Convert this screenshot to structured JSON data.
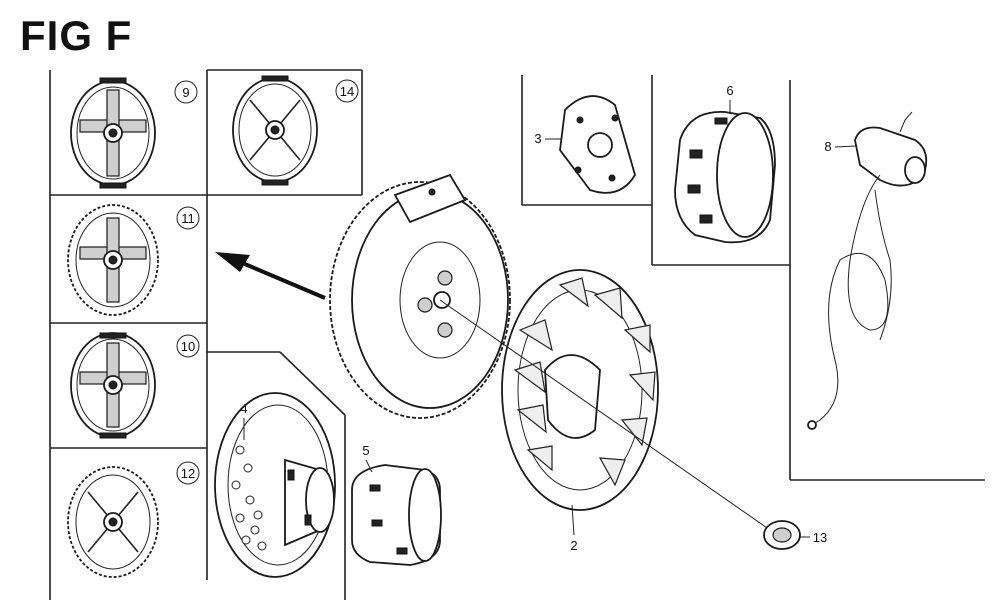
{
  "figure": {
    "title": "FIG F"
  },
  "callouts": {
    "c2": "2",
    "c3": "3",
    "c4": "4",
    "c5": "5",
    "c6": "6",
    "c8": "8",
    "c9": "9",
    "c10": "10",
    "c11": "11",
    "c12": "12",
    "c13": "13",
    "c14": "14"
  }
}
